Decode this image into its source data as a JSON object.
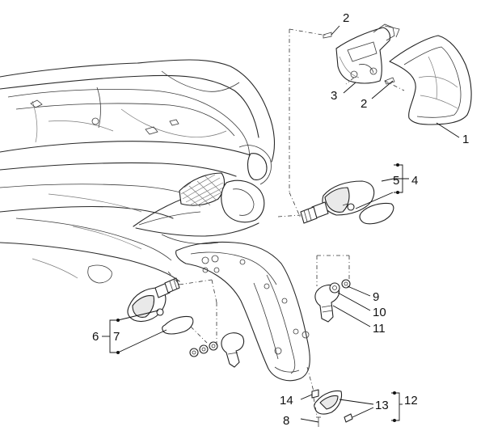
{
  "labels": {
    "l1": "1",
    "l2a": "2",
    "l2b": "2",
    "l3": "3",
    "l4": "4",
    "l5": "5",
    "l6": "6",
    "l7": "7",
    "l8": "8",
    "l9": "9",
    "l10": "10",
    "l11": "11",
    "l12": "12",
    "l13": "13",
    "l14": "14"
  }
}
